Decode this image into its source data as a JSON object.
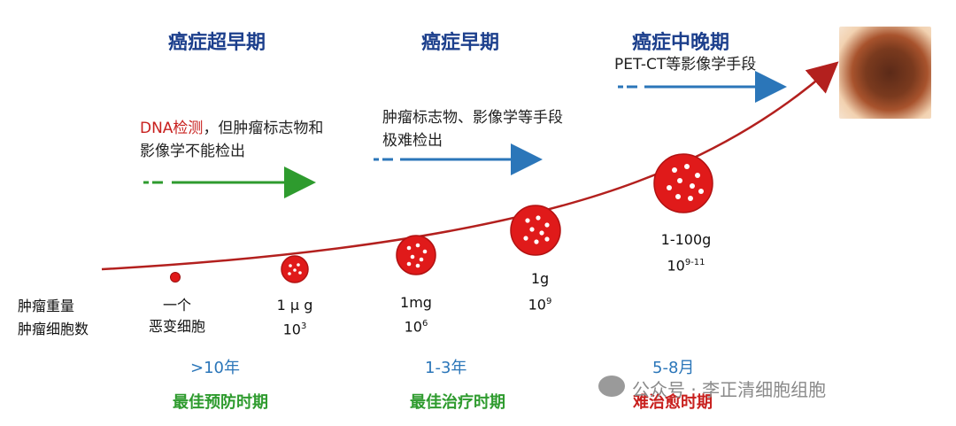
{
  "stages": [
    {
      "title": "癌症超早期"
    },
    {
      "title": "癌症早期"
    },
    {
      "title": "癌症中晚期"
    }
  ],
  "detections": [
    {
      "highlight": "DNA检测",
      "text_line1_rest": "，但肿瘤标志物和",
      "text_line2": "影像学不能检出",
      "color": "#2e9b2e"
    },
    {
      "text_line1": "肿瘤标志物、影像学等手段",
      "text_line2": "极难检出",
      "color": "#2b76b9"
    },
    {
      "text_line1": "PET-CT等影像学手段",
      "color": "#2b76b9"
    }
  ],
  "left_labels": {
    "line1": "肿瘤重量",
    "line2": "肿瘤细胞数"
  },
  "cells": [
    {
      "weight": "一个",
      "count": "恶变细胞",
      "count_sup": ""
    },
    {
      "weight": "1 μ g",
      "count": "10",
      "count_sup": "3"
    },
    {
      "weight": "1mg",
      "count": "10",
      "count_sup": "6"
    },
    {
      "weight": "1g",
      "count": "10",
      "count_sup": "9"
    },
    {
      "weight": "1-100g",
      "count": "10",
      "count_sup": "9-11"
    }
  ],
  "timelines": [
    {
      "years": ">10年",
      "period": "最佳预防时期",
      "period_color": "#2e9b2e"
    },
    {
      "years": "1-3年",
      "period": "最佳治疗时期",
      "period_color": "#2e9b2e"
    },
    {
      "years": "5-8月",
      "period": "难治愈时期",
      "period_color": "#c8201e"
    }
  ],
  "watermark": {
    "text": "公众号 · 李正清细胞组胞",
    "icon": "wechat-icon"
  },
  "colors": {
    "curve": "#b3201e",
    "title": "#1c3f8c",
    "cell": "#e01a1a"
  }
}
